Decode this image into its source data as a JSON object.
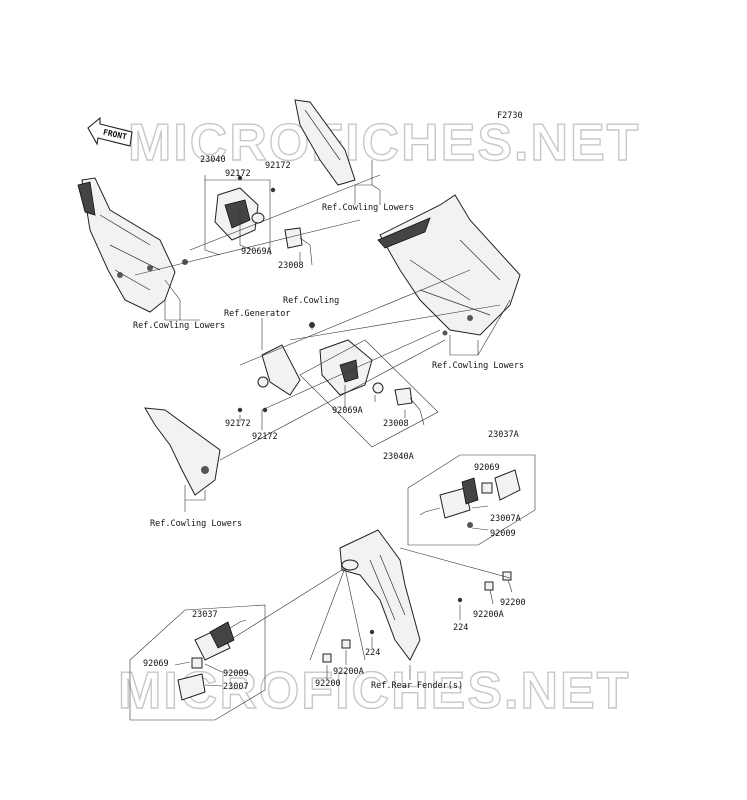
{
  "figure_code": "F2730",
  "watermark": "MICROFICHES.NET",
  "front_arrow": "FRONT",
  "labels": {
    "p23040": "23040",
    "p92172_a": "92172",
    "p92172_b": "92172",
    "p92069A_a": "92069A",
    "p23008_a": "23008",
    "ref_cowling_lowers_1": "Ref.Cowling Lowers",
    "ref_cowling_lowers_2": "Ref.Cowling Lowers",
    "ref_cowling_lowers_3": "Ref.Cowling Lowers",
    "ref_cowling_lowers_4": "Ref.Cowling Lowers",
    "ref_cowling": "Ref.Cowling",
    "ref_generator": "Ref.Generator",
    "p92069A_b": "92069A",
    "p23008_b": "23008",
    "p92172_c": "92172",
    "p92172_d": "92172",
    "p23040A": "23040A",
    "p23037A": "23037A",
    "p92069_a": "92069",
    "p23007A": "23007A",
    "p92009_a": "92009",
    "p92200_a": "92200",
    "p224_a": "224",
    "p92200A_a": "92200A",
    "p23037": "23037",
    "p92069_b": "92069",
    "p92009_b": "92009",
    "p23007": "23007",
    "p224_b": "224",
    "p92200A_b": "92200A",
    "p92200_b": "92200",
    "ref_rear_fender": "Ref.Rear Fender(s)"
  }
}
